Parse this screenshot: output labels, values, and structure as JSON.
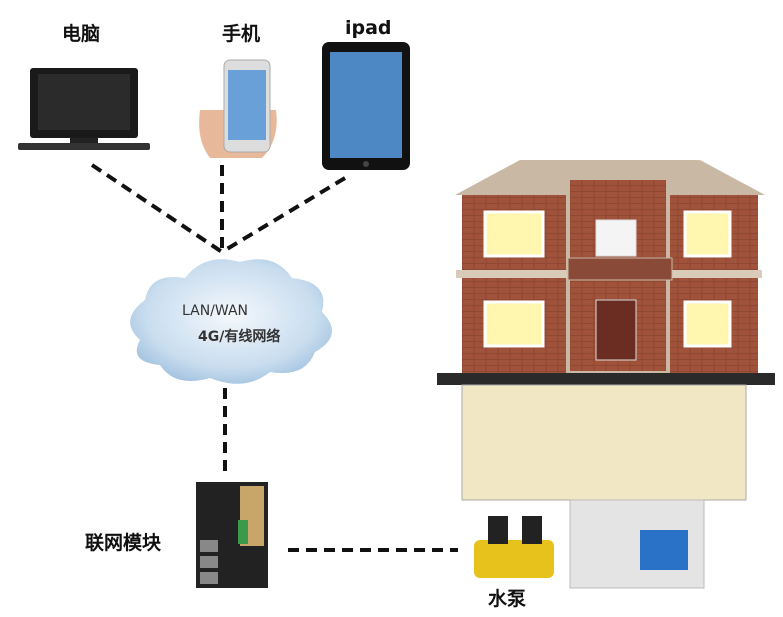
{
  "devices": {
    "computer_label": "电脑",
    "phone_label": "手机",
    "ipad_label": "ipad"
  },
  "cloud": {
    "line1": "LAN/WAN",
    "line2": "4G/有线网络"
  },
  "module": {
    "label": "联网模块"
  },
  "pump": {
    "label": "水泵"
  },
  "colors": {
    "brick": "#a0523a",
    "cloud": "#c9ddef",
    "pump": "#e8c21c",
    "module": "#222222"
  }
}
